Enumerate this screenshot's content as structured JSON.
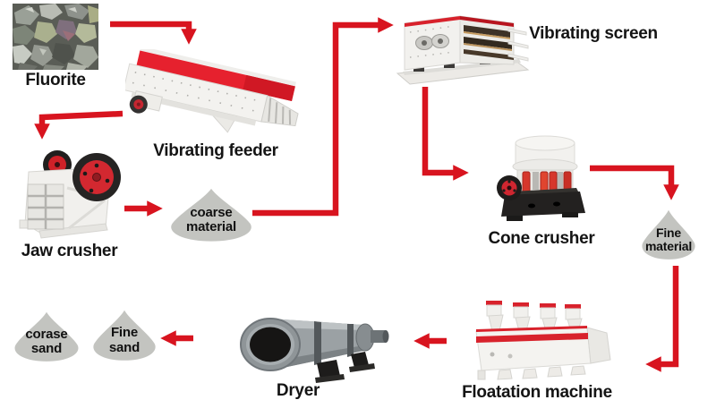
{
  "colors": {
    "accent": "#d8141f",
    "pile_gray": "#c3c4c0",
    "feeder_red": "#e6212e",
    "machine_white": "#f2f1ee",
    "base_black": "#232120",
    "dryer_gray": "#9ba1a4"
  },
  "diagram": {
    "type": "process-flow",
    "subject": "Fluorite ore processing line",
    "nodes": {
      "fluorite": {
        "label": "Fluorite"
      },
      "vibrating_feeder": {
        "label": "Vibrating feeder"
      },
      "jaw_crusher": {
        "label": "Jaw crusher"
      },
      "vibrating_screen": {
        "label": "Vibrating screen"
      },
      "cone_crusher": {
        "label": "Cone crusher"
      },
      "floatation_machine": {
        "label": "Floatation machine"
      },
      "dryer": {
        "label": "Dryer"
      },
      "coarse_material": {
        "line1": "coarse",
        "line2": "material"
      },
      "fine_material": {
        "line1": "Fine",
        "line2": "material"
      },
      "coarse_sand": {
        "line1": "corase",
        "line2": "sand"
      },
      "fine_sand": {
        "line1": "Fine",
        "line2": "sand"
      }
    },
    "edges": [
      {
        "from": "fluorite",
        "to": "vibrating_feeder"
      },
      {
        "from": "vibrating_feeder",
        "to": "jaw_crusher"
      },
      {
        "from": "jaw_crusher",
        "to": "coarse_material"
      },
      {
        "from": "coarse_material",
        "to": "vibrating_screen"
      },
      {
        "from": "vibrating_screen",
        "to": "cone_crusher"
      },
      {
        "from": "cone_crusher",
        "to": "fine_material"
      },
      {
        "from": "fine_material",
        "to": "floatation_machine"
      },
      {
        "from": "floatation_machine",
        "to": "dryer"
      },
      {
        "from": "dryer",
        "to": "fine_sand"
      }
    ]
  }
}
